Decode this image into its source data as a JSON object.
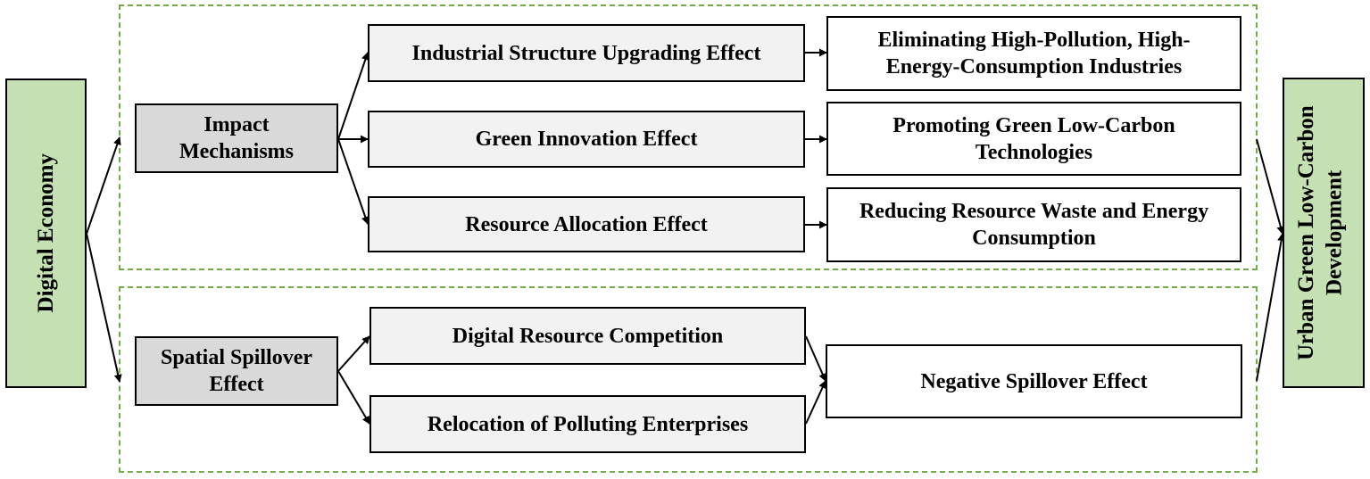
{
  "diagram": {
    "input": "Digital Economy",
    "output": "Urban Green Low-Carbon Development",
    "mechanisms": {
      "label": "Impact Mechanisms",
      "effects": [
        {
          "effect": "Industrial Structure Upgrading Effect",
          "outcome": "Eliminating High-Pollution, High-Energy-Consumption Industries"
        },
        {
          "effect": "Green Innovation Effect",
          "outcome": "Promoting Green Low-Carbon Technologies"
        },
        {
          "effect": "Resource Allocation Effect",
          "outcome": "Reducing Resource Waste and Energy Consumption"
        }
      ]
    },
    "spillover": {
      "label": "Spatial Spillover Effect",
      "channels": [
        "Digital Resource Competition",
        "Relocation of Polluting Enterprises"
      ],
      "result": "Negative Spillover Effect"
    }
  },
  "colors": {
    "frame": "#70AD47",
    "endpoint_fill": "#C5E0B3",
    "hub_fill": "#D9D9D9",
    "effect_fill": "#F2F2F2",
    "outcome_fill": "#FFFFFF",
    "stroke": "#000000"
  }
}
